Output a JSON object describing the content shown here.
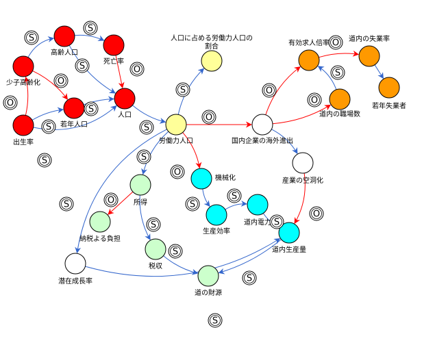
{
  "colors": {
    "red": "#ff0000",
    "orange": "#ff9900",
    "yellow": "#ffff99",
    "green": "#ccffcc",
    "cyan": "#00ffff",
    "white": "#ffffff",
    "edge_s": "#3366cc",
    "edge_o": "#ff0000"
  },
  "nodes": {
    "shoushi": {
      "label": "少子高齢化",
      "color": "red"
    },
    "koureijinko": {
      "label": "高齢人口",
      "color": "red"
    },
    "shibouritsu": {
      "label": "死亡率",
      "color": "red"
    },
    "jakunenjinko": {
      "label": "若年人口",
      "color": "red"
    },
    "jinko": {
      "label": "人口",
      "color": "red"
    },
    "shusseiritsu": {
      "label": "出生率",
      "color": "red"
    },
    "rodoryoku": {
      "label": "労働力人口",
      "color": "yellow"
    },
    "wariai": {
      "label": "人口に占める労働力人口の割合",
      "line1": "人口に占める労働力人口の",
      "line2": "割合",
      "color": "yellow"
    },
    "kaigai": {
      "label": "国内企業の海外進出",
      "color": "white"
    },
    "yuko": {
      "label": "有効求人倍率",
      "color": "orange"
    },
    "shitsugyo": {
      "label": "道内の失業率",
      "color": "orange"
    },
    "jakunenshitsugyo": {
      "label": "若年失業者",
      "color": "orange"
    },
    "shokuba": {
      "label": "道内の職場数",
      "color": "orange"
    },
    "kudoka": {
      "label": "産業の空洞化",
      "color": "white"
    },
    "seisan": {
      "label": "道内生産量",
      "color": "cyan"
    },
    "kikaika": {
      "label": "機械化",
      "color": "cyan"
    },
    "seisankoritsu": {
      "label": "生産効率",
      "color": "cyan"
    },
    "denryoku": {
      "label": "道内電力",
      "color": "cyan"
    },
    "shotoku": {
      "label": "所得",
      "color": "green"
    },
    "nouzei": {
      "label": "納税よる負担",
      "color": "green"
    },
    "zeishu": {
      "label": "税収",
      "color": "green"
    },
    "zaigen": {
      "label": "道の財源",
      "color": "green"
    },
    "senzai": {
      "label": "潜在成長率",
      "color": "white"
    }
  },
  "edges": [
    {
      "from": "shoushi",
      "to": "koureijinko",
      "sign": "S"
    },
    {
      "from": "koureijinko",
      "to": "shibouritsu",
      "sign": "S"
    },
    {
      "from": "koureijinko",
      "to": "jinko",
      "sign": "S"
    },
    {
      "from": "shibouritsu",
      "to": "jinko",
      "sign": "O"
    },
    {
      "from": "shoushi",
      "to": "jakunenjinko",
      "sign": "O"
    },
    {
      "from": "shusseiritsu",
      "to": "shoushi",
      "sign": "O"
    },
    {
      "from": "shusseiritsu",
      "to": "jakunenjinko",
      "sign": "S"
    },
    {
      "from": "jakunenjinko",
      "to": "jinko",
      "sign": "S"
    },
    {
      "from": "shusseiritsu",
      "to": "jinko",
      "sign": "S"
    },
    {
      "from": "jinko",
      "to": "rodoryoku",
      "sign": "S"
    },
    {
      "from": "rodoryoku",
      "to": "wariai",
      "sign": "S"
    },
    {
      "from": "rodoryoku",
      "to": "kaigai",
      "sign": "O"
    },
    {
      "from": "kaigai",
      "to": "yuko",
      "sign": "O"
    },
    {
      "from": "kaigai",
      "to": "shokuba",
      "sign": "O"
    },
    {
      "from": "shokuba",
      "to": "yuko",
      "sign": "S"
    },
    {
      "from": "yuko",
      "to": "shitsugyo",
      "sign": "O"
    },
    {
      "from": "shitsugyo",
      "to": "jakunenshitsugyo",
      "sign": ""
    },
    {
      "from": "kaigai",
      "to": "kudoka",
      "sign": ""
    },
    {
      "from": "kudoka",
      "to": "seisan",
      "sign": "O"
    },
    {
      "from": "rodoryoku",
      "to": "kikaika",
      "sign": "O"
    },
    {
      "from": "kikaika",
      "to": "seisankoritsu",
      "sign": "S"
    },
    {
      "from": "seisankoritsu",
      "to": "denryoku",
      "sign": "S"
    },
    {
      "from": "denryoku",
      "to": "seisan",
      "sign": "S"
    },
    {
      "from": "rodoryoku",
      "to": "shotoku",
      "sign": "S"
    },
    {
      "from": "shotoku",
      "to": "nouzei",
      "sign": "O"
    },
    {
      "from": "shotoku",
      "to": "zeishu",
      "sign": "S"
    },
    {
      "from": "zeishu",
      "to": "zaigen",
      "sign": "S"
    },
    {
      "from": "seisan",
      "to": "zaigen",
      "sign": "S"
    },
    {
      "from": "rodoryoku",
      "to": "senzai",
      "sign": "S"
    },
    {
      "from": "senzai",
      "to": "seisan",
      "sign": "S"
    }
  ]
}
